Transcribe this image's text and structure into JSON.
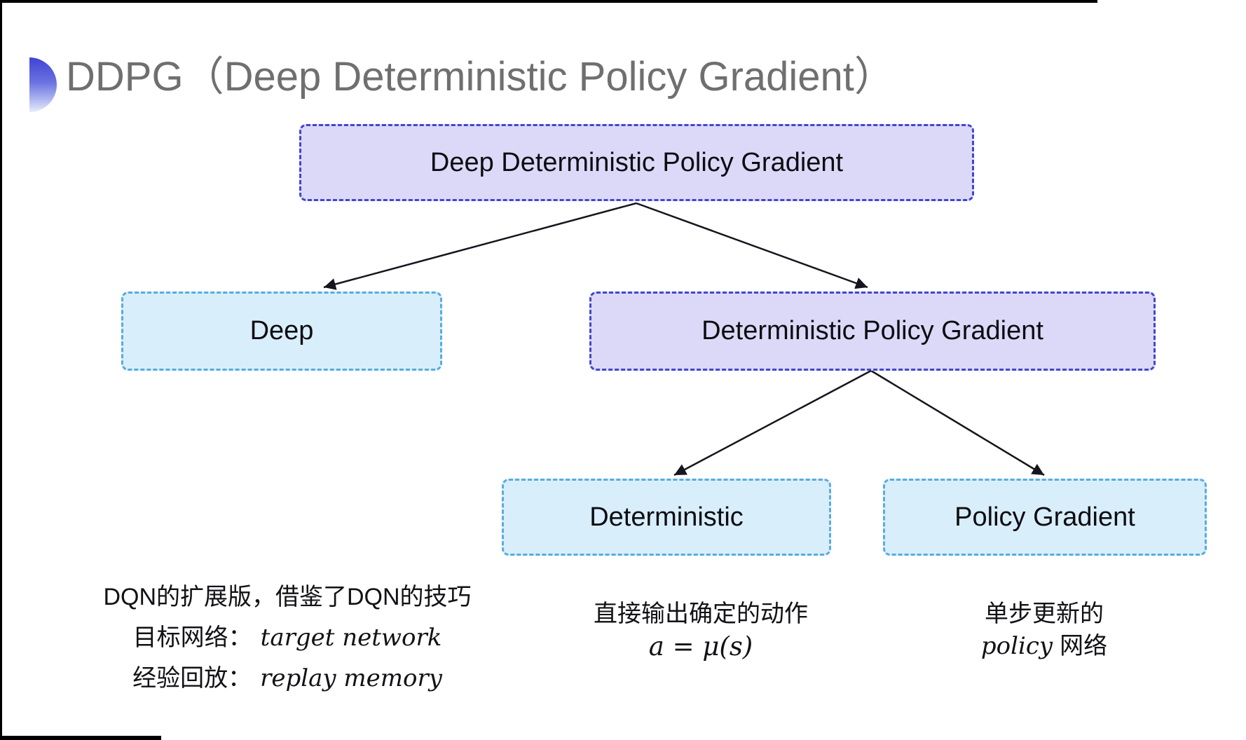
{
  "slide": {
    "title": "DDPG（Deep Deterministic Policy Gradient）"
  },
  "tree": {
    "root": {
      "label": "Deep Deterministic Policy Gradient"
    },
    "level1": [
      {
        "label": "Deep"
      },
      {
        "label": "Deterministic Policy Gradient"
      }
    ],
    "level2": [
      {
        "label": "Deterministic"
      },
      {
        "label": "Policy Gradient"
      }
    ]
  },
  "notes": {
    "deep": {
      "line1": "DQN的扩展版，借鉴了DQN的技巧",
      "target_zh": "目标网络：",
      "target_en": "target network",
      "replay_zh": "经验回放：",
      "replay_en": "replay memory"
    },
    "deterministic": {
      "line1": "直接输出确定的动作",
      "formula": "a = μ(s)"
    },
    "policy": {
      "line1": "单步更新的",
      "en": "policy",
      "zh": "网络"
    }
  },
  "colors": {
    "purple_fill": "#dcd9f8",
    "purple_border": "#4345cf",
    "cyan_fill": "#d9eefb",
    "cyan_border": "#57acdf",
    "arrow": "#15151f",
    "title_gray": "#6f6f6f",
    "bullet_gradient_top": "#3f43d5",
    "bullet_gradient_bottom": "#e9ecfb"
  }
}
